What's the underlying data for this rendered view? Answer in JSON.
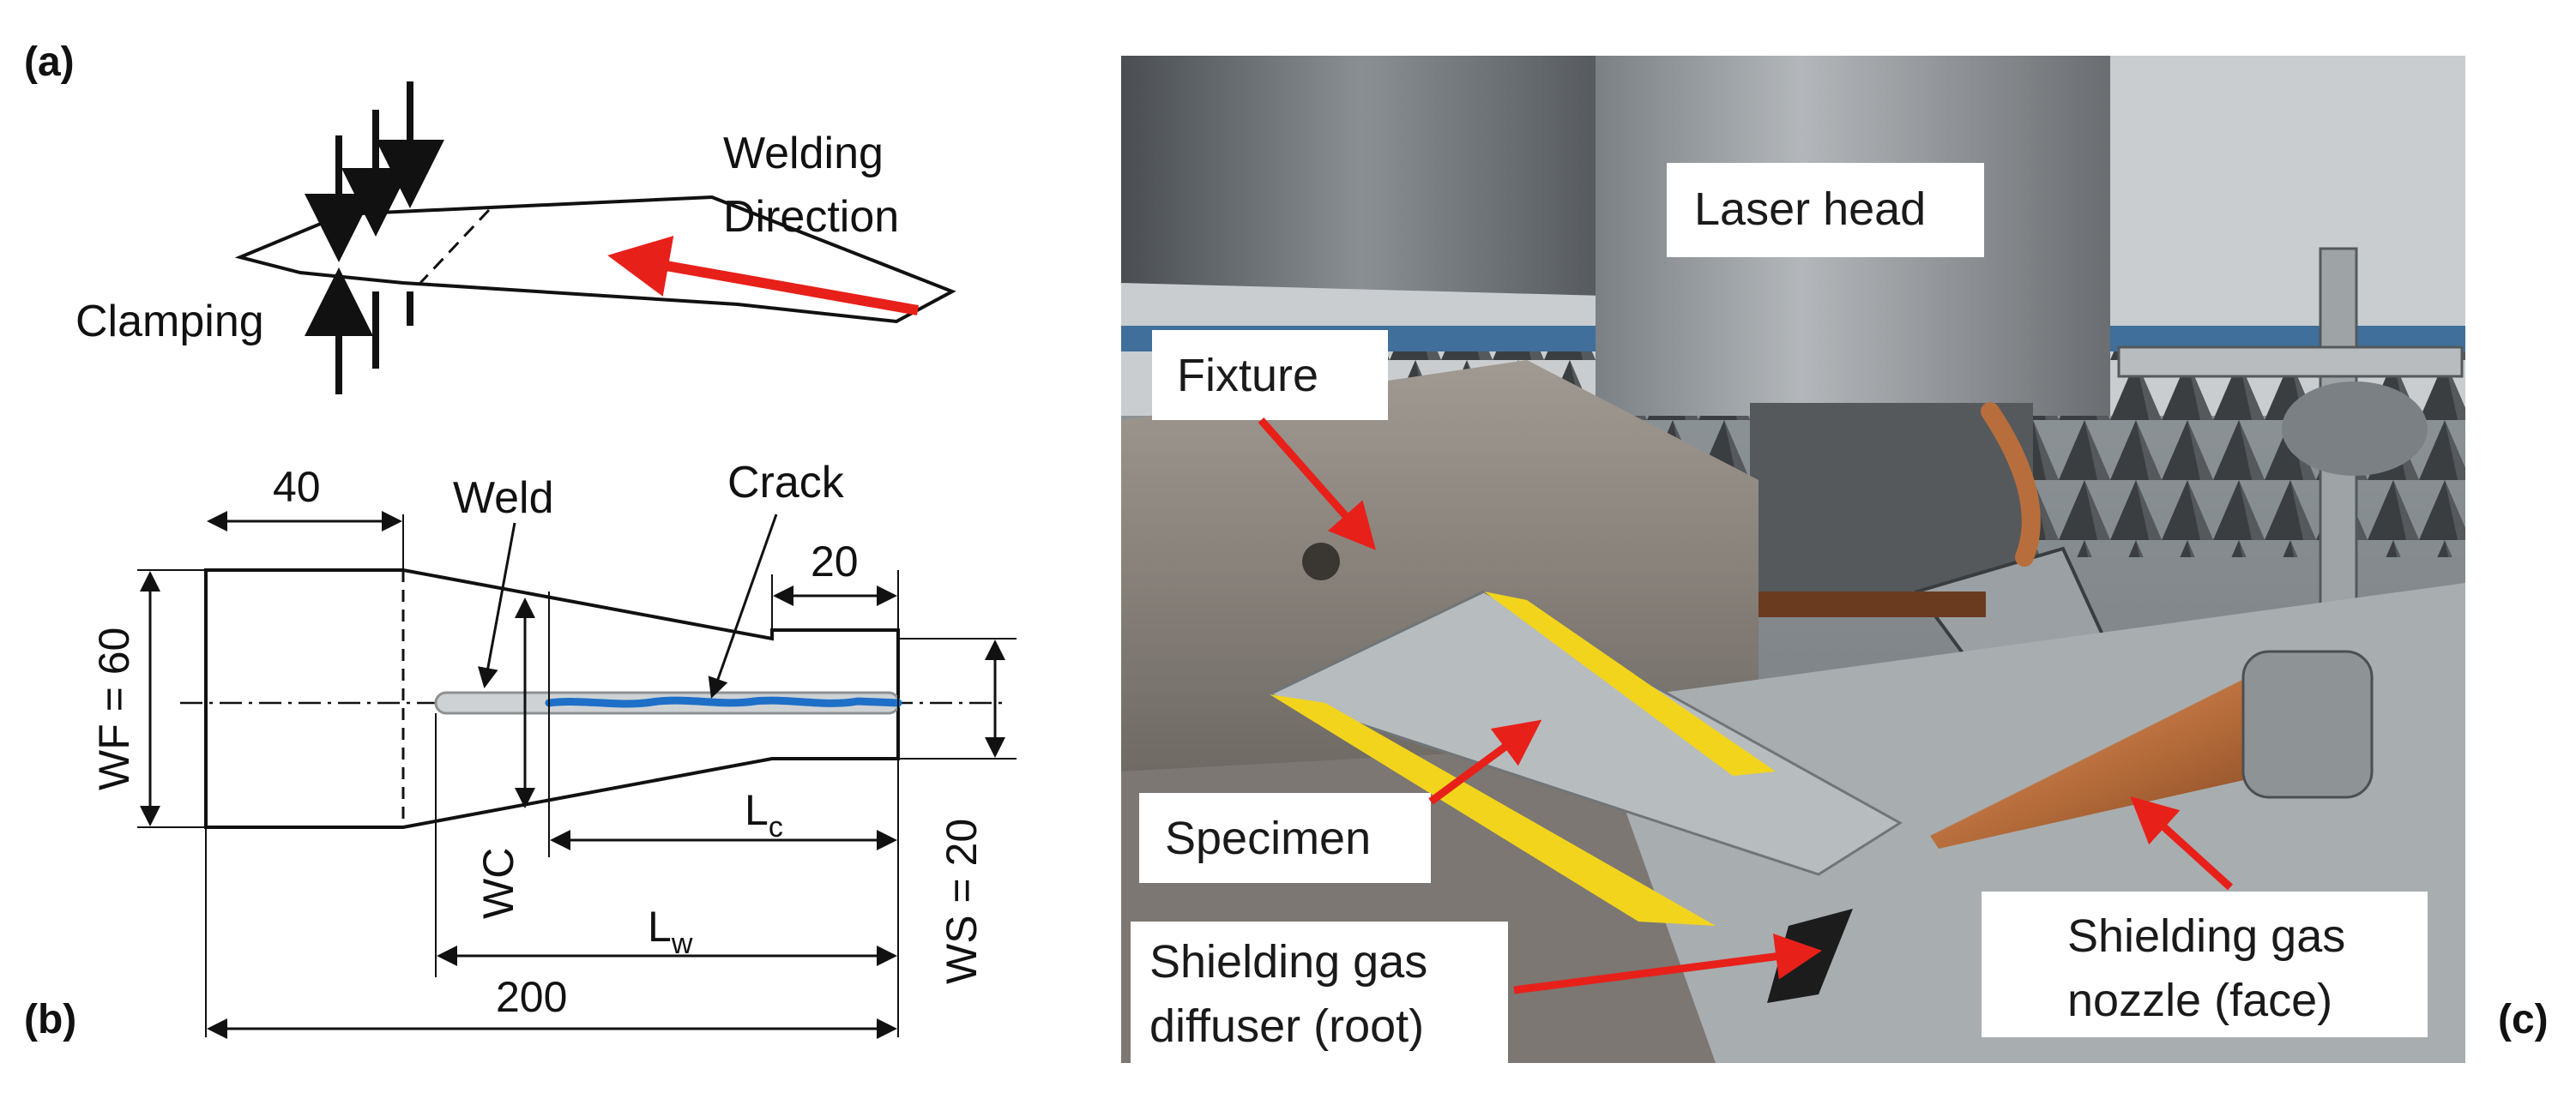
{
  "panels": {
    "a": "(a)",
    "b": "(b)",
    "c": "(c)"
  },
  "schematic_a": {
    "welding_direction_line1": "Welding",
    "welding_direction_line2": "Direction",
    "clamping": "Clamping"
  },
  "schematic_b": {
    "dim_40": "40",
    "weld": "Weld",
    "crack": "Crack",
    "dim_20": "20",
    "wf": "WF = 60",
    "wc": "WC",
    "lc_main": "L",
    "lc_sub": "c",
    "lw_main": "L",
    "lw_sub": "w",
    "dim_200": "200",
    "ws": "WS = 20"
  },
  "photo_c": {
    "laser_head": "Laser head",
    "fixture": "Fixture",
    "specimen": "Specimen",
    "diffuser_line1": "Shielding gas",
    "diffuser_line2": "diffuser (root)",
    "nozzle_line1": "Shielding gas",
    "nozzle_line2": "nozzle (face)"
  },
  "colors": {
    "arrow_red": "#e8201a",
    "crack_blue": "#1e6fc8",
    "tape_yellow": "#f2d41c",
    "nozzle_copper": "#b86e3c"
  }
}
